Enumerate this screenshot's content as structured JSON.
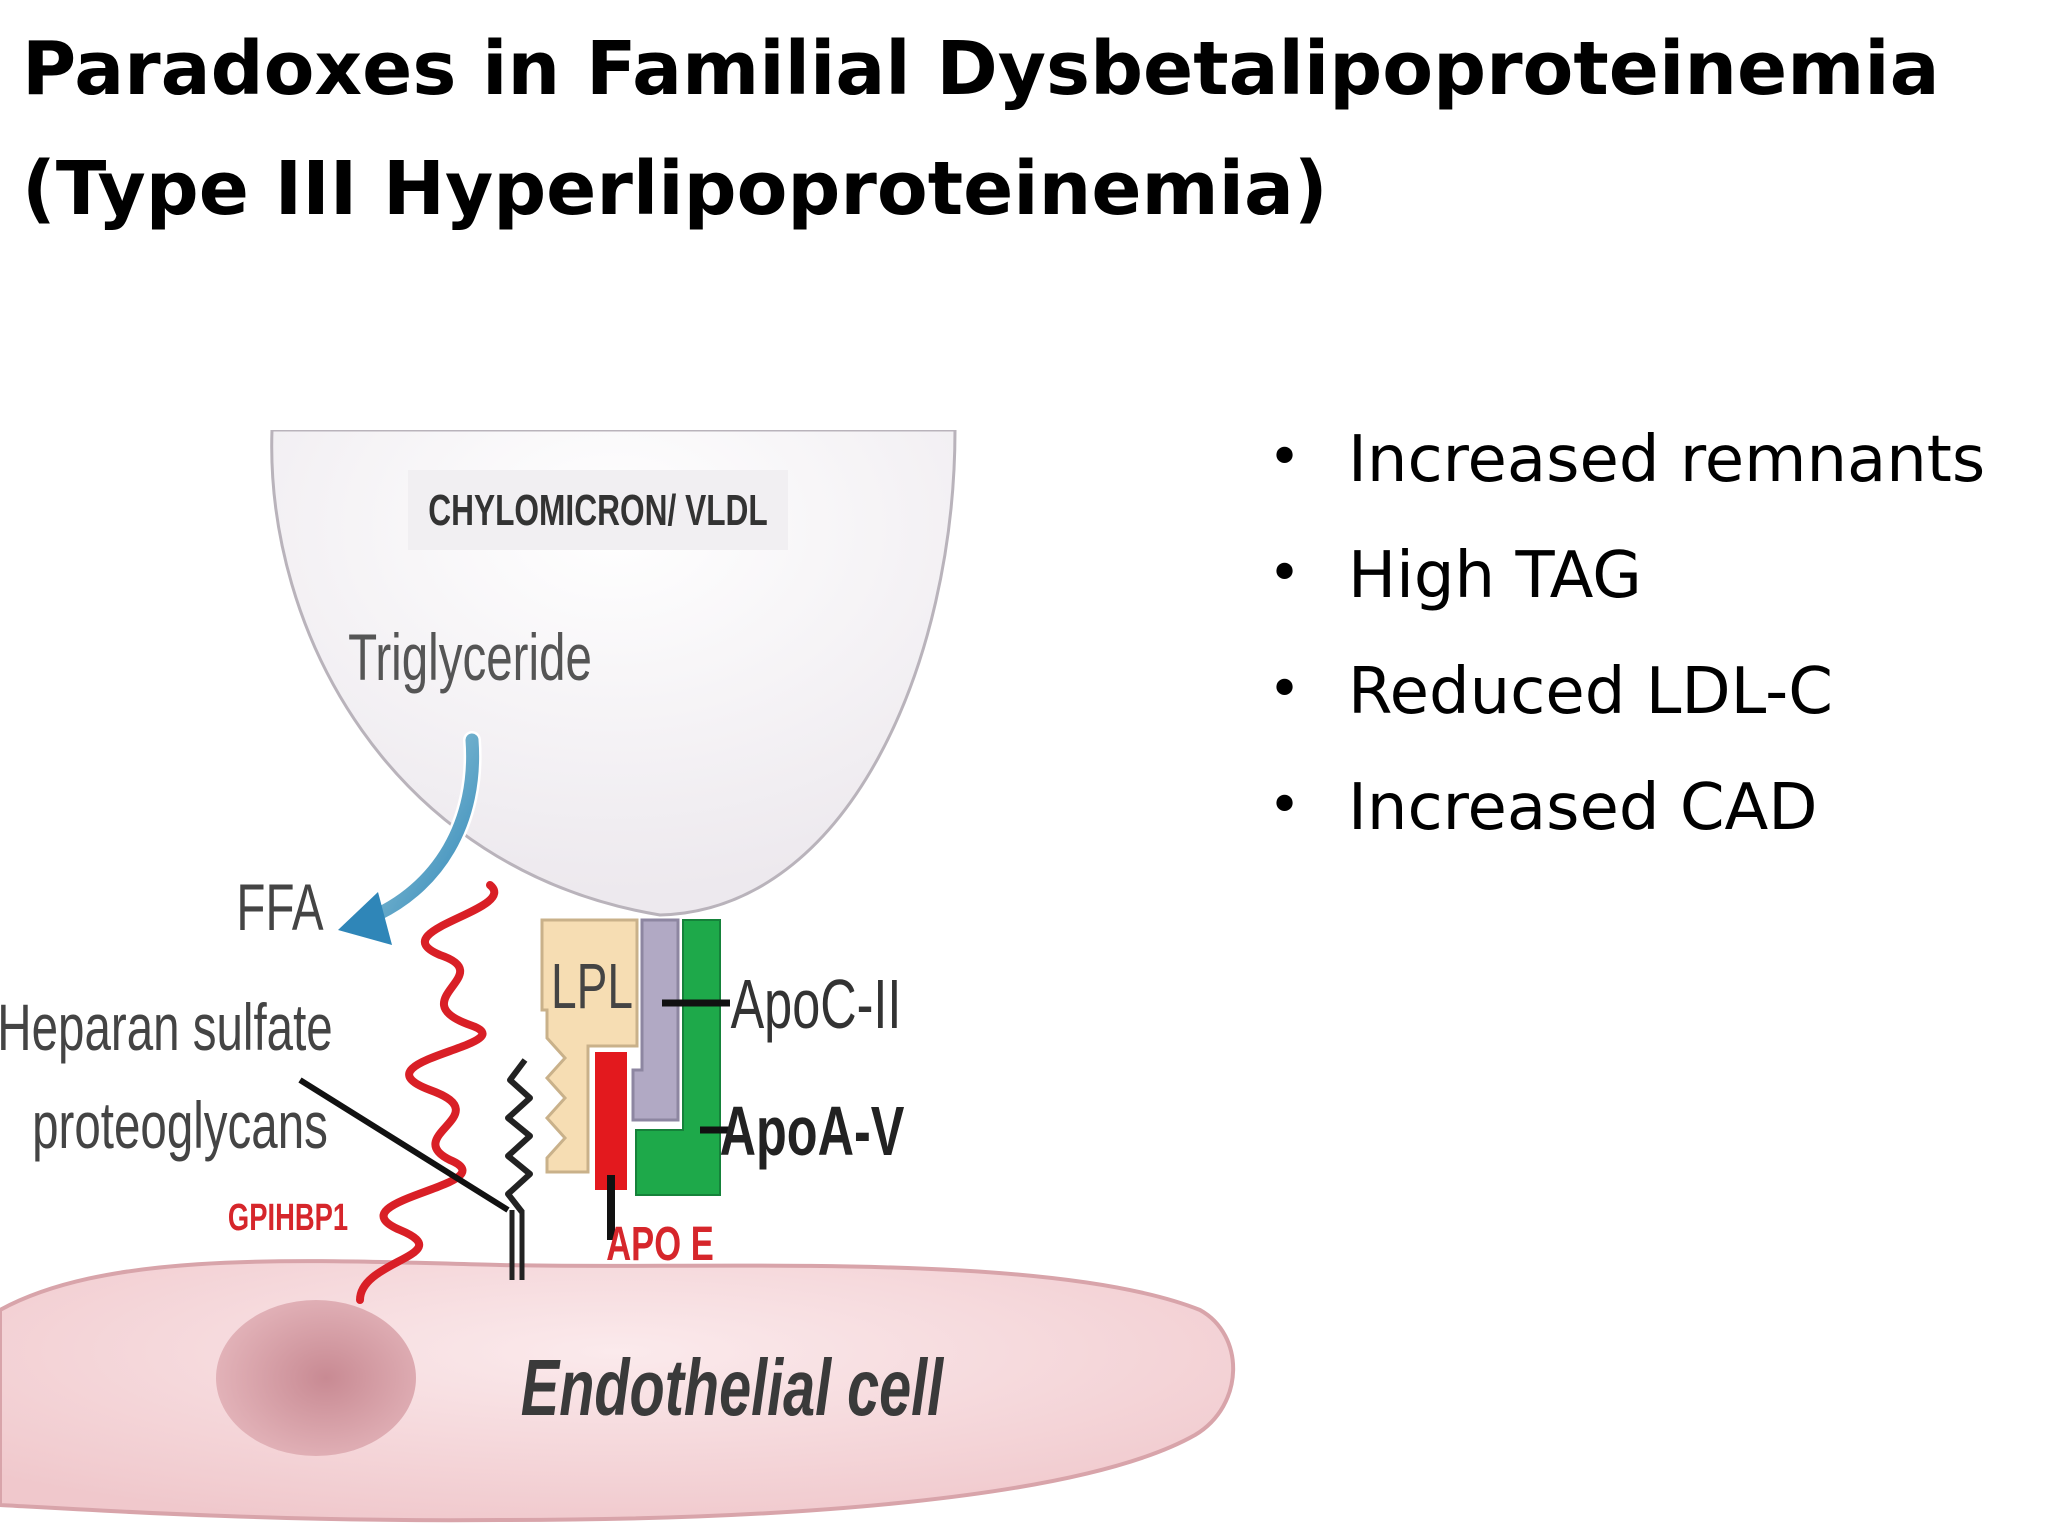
{
  "title": {
    "line1": "Paradoxes in Familial Dysbetalipoproteinemia",
    "line2": "(Type III Hyperlipoproteinemia)"
  },
  "bullets": [
    "Increased remnants",
    "High TAG",
    "Reduced LDL-C",
    "Increased CAD"
  ],
  "diagram": {
    "particle_label": "CHYLOMICRON/ VLDL",
    "triglyceride_label": "Triglyceride",
    "ffa_label": "FFA",
    "lpl_label": "LPL",
    "apoc2_label": "ApoC-II",
    "apoa5_label": "ApoA-V",
    "apoe_label": "APO E",
    "hspg_label_line1": "Heparan sulfate",
    "hspg_label_line2": "proteoglycans",
    "gpihbp1_label": "GPIHBP1",
    "cell_label": "Endothelial cell",
    "colors": {
      "particle_fill": "#ede9ee",
      "particle_stroke": "#b9b3bb",
      "cell_fill": "#f2cfd2",
      "cell_stroke": "#d8a4aa",
      "nucleus": "#d59aa2",
      "lpl": "#f6ddb3",
      "apoc2": "#b1a9c4",
      "apoa5": "#1ea94a",
      "apoe": "#e3191e",
      "gpihbp1": "#d91f26",
      "arrow": "#2f86b8",
      "red_text": "#d6262b"
    }
  }
}
